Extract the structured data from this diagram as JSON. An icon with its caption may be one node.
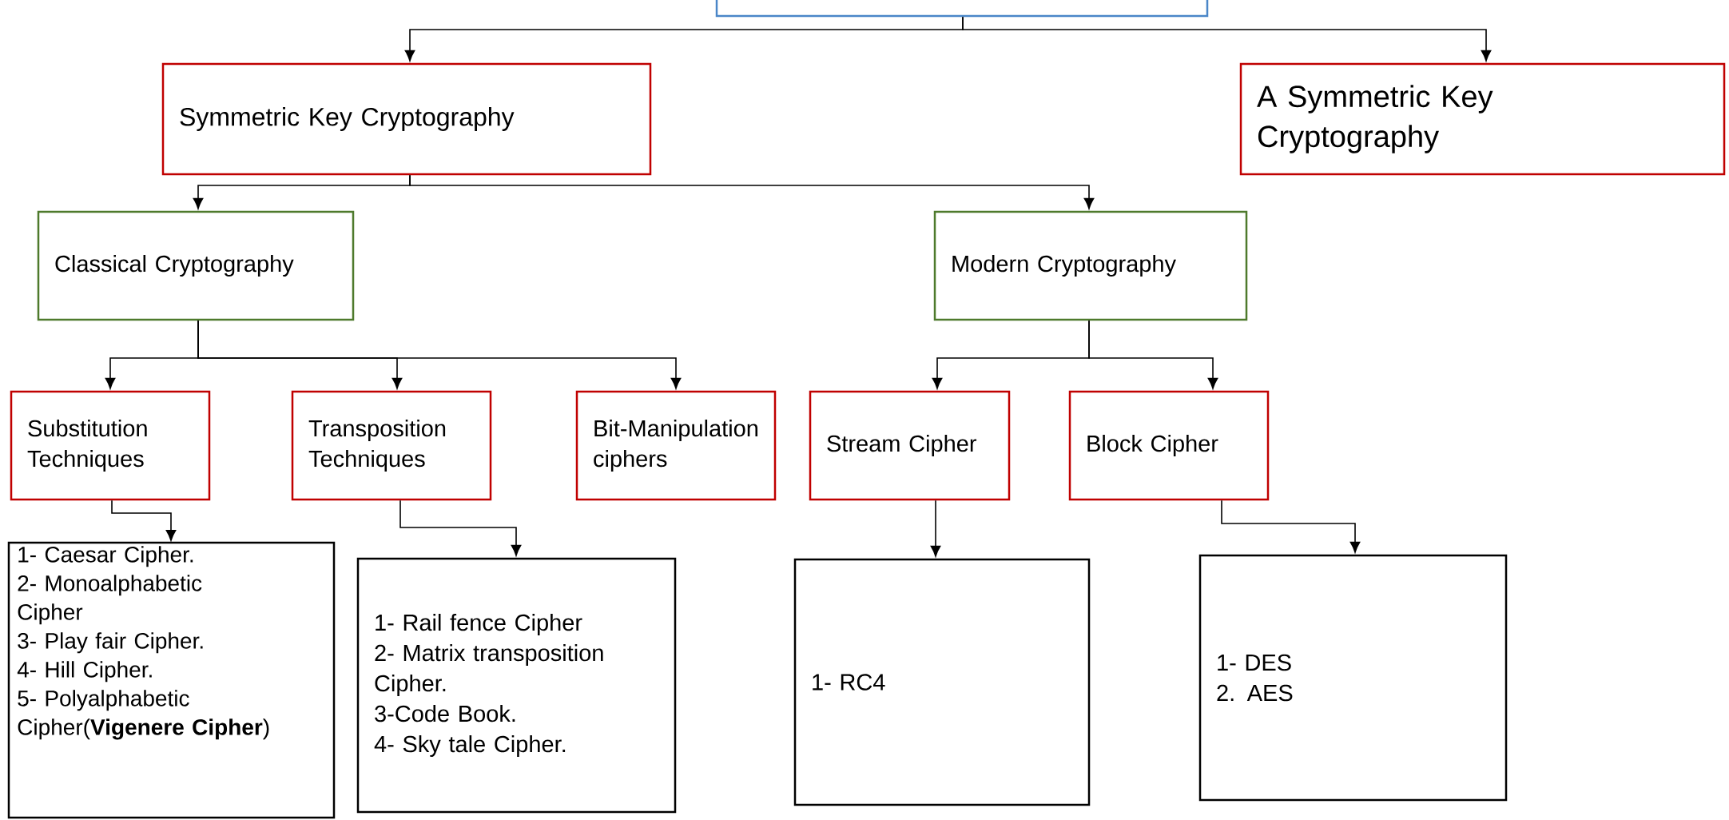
{
  "diagram": {
    "nodes": [
      {
        "text": [],
        "shape": "box"
      },
      {
        "text": [
          "Symmetric Key Cryptography"
        ]
      },
      {
        "text": [
          "A Symmetric Key Cryptography"
        ]
      },
      {
        "text": [
          "Classical Cryptography"
        ]
      },
      {
        "text": [
          "Modern Cryptography"
        ]
      },
      {
        "text": [
          "Substitution Techniques"
        ]
      },
      {
        "text": [
          "Transposition Techniques"
        ]
      },
      {
        "text": [
          "Bit-Manipulation ciphers"
        ]
      },
      {
        "text": [
          "Stream Cipher"
        ]
      },
      {
        "text": [
          "Block Cipher"
        ]
      },
      {
        "text": [
          "1- Caesar Cipher.",
          "2- Monoalphabetic Cipher",
          "3- Play fair Cipher.",
          "4- Hill Cipher.",
          "5- Polyalphabetic Cipher(**Vigenere Cipher**)"
        ]
      },
      {
        "text": [
          "1- Rail fence Cipher",
          "2- Matrix transposition Cipher.",
          "3-Code Book.",
          "4- Sky tale Cipher."
        ]
      },
      {
        "text": [
          "1- RC4"
        ]
      },
      {
        "text": [
          "1- DES",
          "2. AES"
        ]
      }
    ],
    "edges": [
      {
        "from": 0,
        "to": 1,
        "arrow": "to"
      },
      {
        "from": 0,
        "to": 2,
        "arrow": "to"
      },
      {
        "from": 1,
        "to": 3,
        "arrow": "to"
      },
      {
        "from": 1,
        "to": 4,
        "arrow": "to"
      },
      {
        "from": 3,
        "to": 5,
        "arrow": "to"
      },
      {
        "from": 3,
        "to": 6,
        "arrow": "to"
      },
      {
        "from": 3,
        "to": 7,
        "arrow": "to"
      },
      {
        "from": 4,
        "to": 8,
        "arrow": "to"
      },
      {
        "from": 4,
        "to": 9,
        "arrow": "to"
      },
      {
        "from": 5,
        "to": 10,
        "arrow": "to"
      },
      {
        "from": 6,
        "to": 11,
        "arrow": "to"
      },
      {
        "from": 8,
        "to": 12,
        "arrow": "to"
      },
      {
        "from": 9,
        "to": 13,
        "arrow": "to"
      }
    ]
  }
}
